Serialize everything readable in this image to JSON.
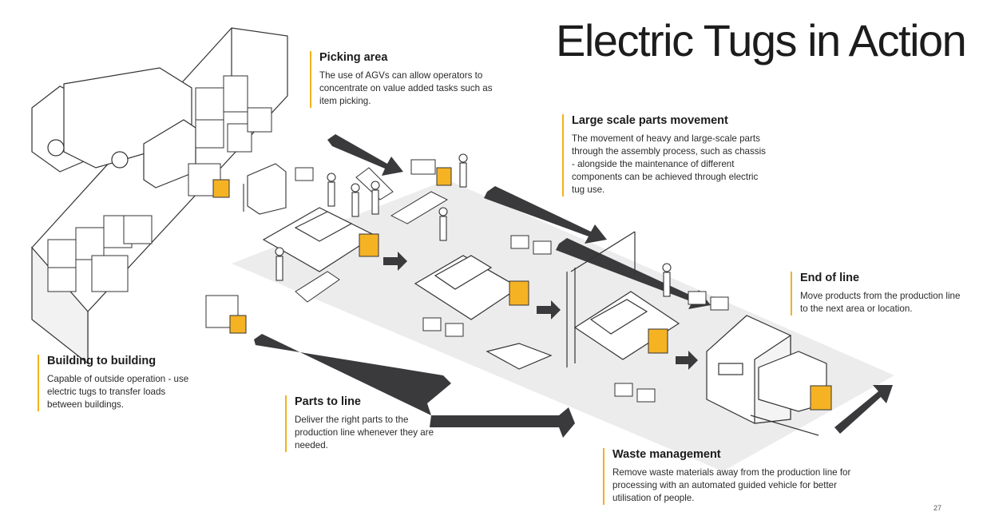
{
  "title": "Electric Tugs in Action",
  "colors": {
    "accent": "#f2b21b",
    "tug": "#f5b324",
    "arrow": "#3a3a3c",
    "floor": "#ececec",
    "line": "#333333"
  },
  "callouts": {
    "picking": {
      "heading": "Picking area",
      "text": "The use of AGVs can allow operators to concentrate on value added tasks such as item picking."
    },
    "large": {
      "heading": "Large scale parts movement",
      "text": "The movement of heavy and large-scale parts through the assembly process, such as chassis - alongside the maintenance of different components can be achieved through electric tug use."
    },
    "end": {
      "heading": "End of line",
      "text": "Move products from the production line to the next area or location."
    },
    "building": {
      "heading": "Building to building",
      "text": "Capable of outside operation - use electric tugs to transfer loads between buildings."
    },
    "parts": {
      "heading": "Parts to line",
      "text": "Deliver the right parts to the production line whenever they are needed."
    },
    "waste": {
      "heading": "Waste management",
      "text": "Remove waste materials away from the production line for processing with an automated guided vehicle for better utilisation of people."
    }
  },
  "page_number": "27"
}
